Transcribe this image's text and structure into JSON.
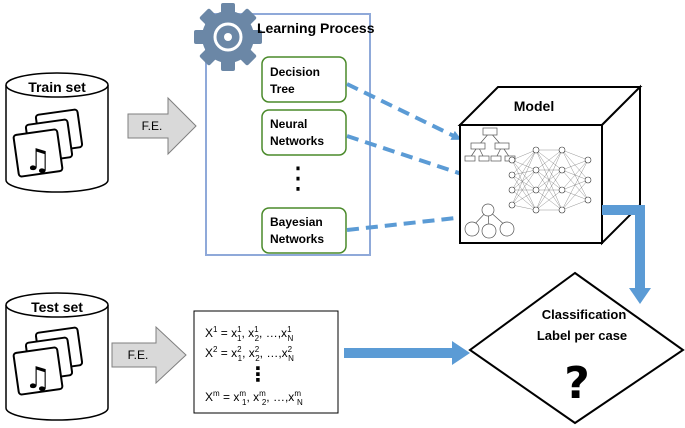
{
  "train_set": {
    "label": "Train set"
  },
  "test_set": {
    "label": "Test set"
  },
  "feature_extraction": {
    "label": "F.E."
  },
  "learning_process": {
    "title": "Learning Process",
    "methods": [
      {
        "line1": "Decision",
        "line2": "Tree"
      },
      {
        "line1": "Neural",
        "line2": "Networks"
      },
      {
        "line1": "Bayesian",
        "line2": "Networks"
      }
    ],
    "ellipsis": "⋮"
  },
  "model": {
    "title": "Model"
  },
  "feature_vectors": {
    "rows": [
      {
        "base": "X",
        "sup": "1",
        "rhs": [
          {
            "b": "x",
            "sup": "1",
            "sub": "1"
          },
          {
            "b": "x",
            "sup": "1",
            "sub": "2"
          },
          {
            "b": "…,x",
            "sup": "1",
            "sub": "N"
          }
        ]
      },
      {
        "base": "X",
        "sup": "2",
        "rhs": [
          {
            "b": "x",
            "sup": "2",
            "sub": "1"
          },
          {
            "b": "x",
            "sup": "2",
            "sub": "2"
          },
          {
            "b": "…,x",
            "sup": "2",
            "sub": "N"
          }
        ]
      },
      {
        "base": "X",
        "sup": "m",
        "rhs": [
          {
            "b": "x",
            "sup": "m",
            "sub": "1"
          },
          {
            "b": "x",
            "sup": "m",
            "sub": "2"
          },
          {
            "b": "…,x",
            "sup": "m",
            "sub": "N"
          }
        ]
      }
    ],
    "ellipsis": "⋮"
  },
  "classification": {
    "line1": "Classification",
    "line2": "Label per case",
    "symbol": "?"
  },
  "colors": {
    "box_border": "#8fa9d9",
    "method_border": "#4a8a2a",
    "gear": "#6b87a6",
    "arrow_dashed": "#5b9bd5",
    "arrow_solid": "#5b9bd5",
    "fe_arrow_fill": "#d9d9d9",
    "fe_arrow_stroke": "#7f7f7f"
  }
}
